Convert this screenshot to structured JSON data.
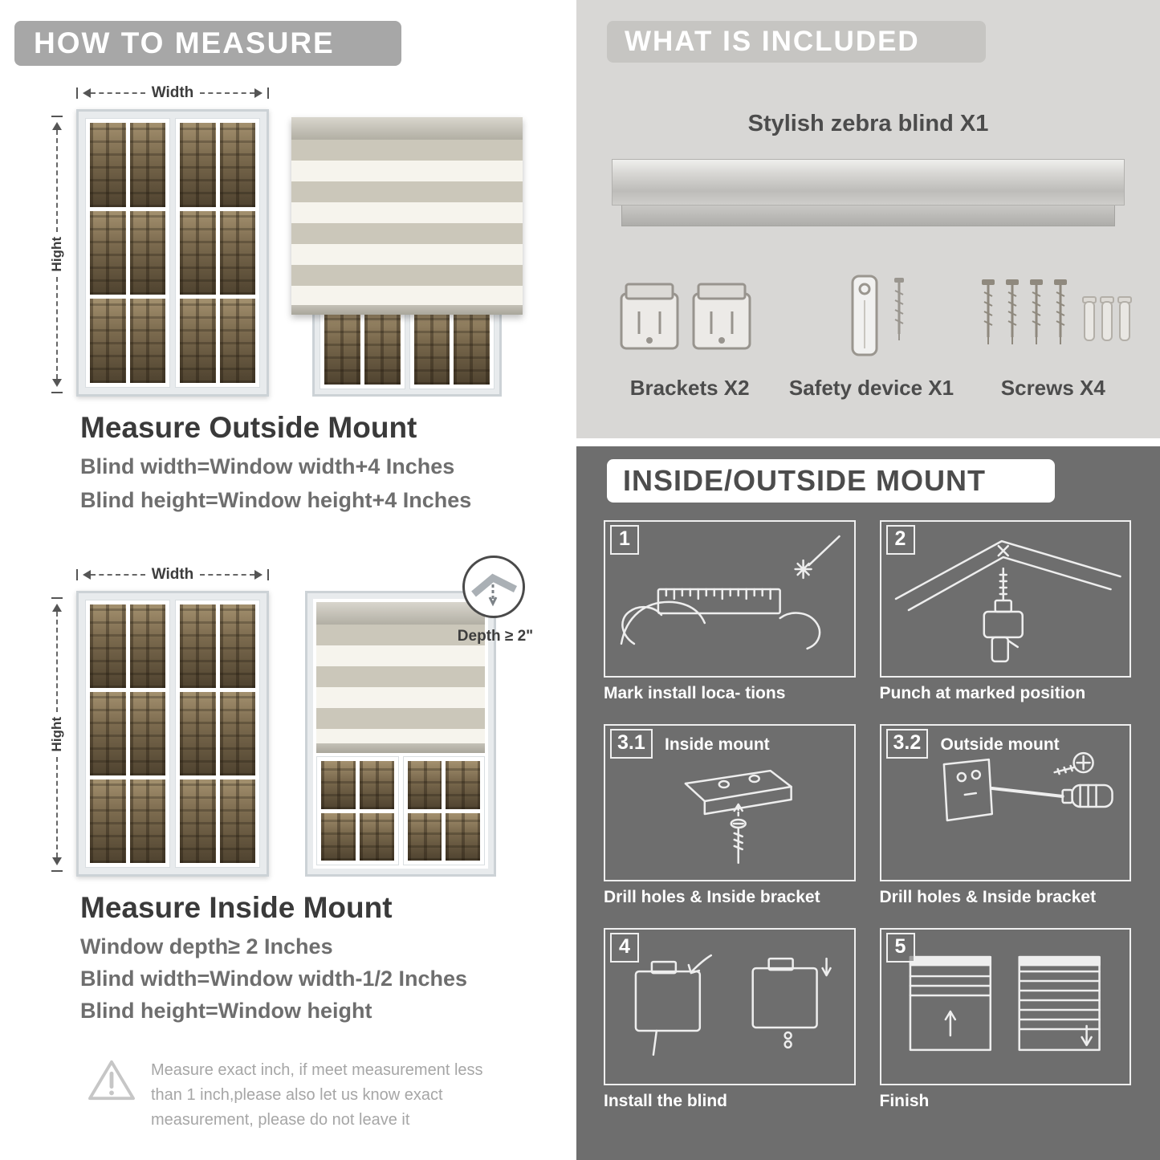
{
  "left": {
    "header": "HOW TO MEASURE",
    "outside": {
      "width_label": "Width",
      "height_label": "Hight",
      "title": "Measure Outside Mount",
      "lines": [
        "Blind width=Window width+4 Inches",
        "Blind height=Window height+4 Inches"
      ]
    },
    "inside": {
      "width_label": "Width",
      "height_label": "Hight",
      "depth_label": "Depth ≥ 2\"",
      "title": "Measure Inside Mount",
      "lines": [
        "Window depth≥ 2 Inches",
        "Blind width=Window width-1/2 Inches",
        "Blind height=Window height"
      ]
    },
    "warning": "Measure exact inch, if meet measurement less than 1 inch,please also let us know exact measurement, please do not leave it"
  },
  "included": {
    "header": "WHAT IS INCLUDED",
    "blind_label": "Stylish zebra blind X1",
    "items": [
      "Brackets X2",
      "Safety device X1",
      "Screws X4"
    ]
  },
  "mount": {
    "header": "INSIDE/OUTSIDE MOUNT",
    "steps": [
      {
        "num": "1",
        "label": "",
        "caption": "Mark install loca- tions"
      },
      {
        "num": "2",
        "label": "",
        "caption": "Punch at  marked position"
      },
      {
        "num": "3.1",
        "label": "Inside mount",
        "caption": "Drill holes &  Inside bracket"
      },
      {
        "num": "3.2",
        "label": "Outside mount",
        "caption": "Drill holes &  Inside bracket"
      },
      {
        "num": "4",
        "label": "",
        "caption": "Install the blind"
      },
      {
        "num": "5",
        "label": "",
        "caption": "Finish"
      }
    ]
  }
}
